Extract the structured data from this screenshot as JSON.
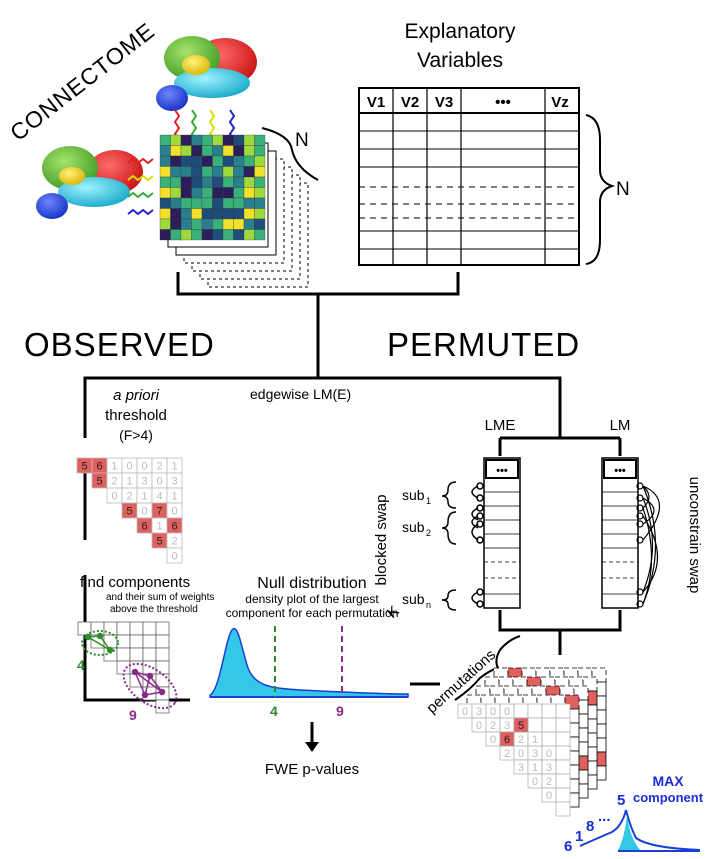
{
  "connectome_label": "CONNECTOME",
  "n_label": "N",
  "explanatory_title_line1": "Explanatory",
  "explanatory_title_line2": "Variables",
  "columns": [
    "V1",
    "V2",
    "V3",
    "•••",
    "Vz"
  ],
  "observed_label": "OBSERVED",
  "permuted_label": "PERMUTED",
  "edgewise_label": "edgewise LM(E)",
  "threshold_line1": "a priori",
  "threshold_line2": "threshold",
  "threshold_line3": "(F>4)",
  "tri_rows": [
    [
      "5",
      "6",
      "1",
      "0",
      "0",
      "2",
      "1"
    ],
    [
      "5",
      "2",
      "1",
      "3",
      "0",
      "3"
    ],
    [
      "0",
      "2",
      "1",
      "4",
      "1"
    ],
    [
      "5",
      "0",
      "7",
      "0"
    ],
    [
      "6",
      "1",
      "6"
    ],
    [
      "5",
      "2"
    ],
    [
      "0"
    ]
  ],
  "tri_red": [
    [
      1,
      1,
      0,
      0,
      0,
      0,
      0
    ],
    [
      1,
      0,
      0,
      0,
      0,
      0
    ],
    [
      0,
      0,
      0,
      0,
      0
    ],
    [
      1,
      0,
      1,
      0
    ],
    [
      1,
      0,
      1
    ],
    [
      1,
      0
    ],
    [
      0
    ]
  ],
  "find_components_title": "find components",
  "find_components_sub1": "and their sum of weights",
  "find_components_sub2": "above the threshold",
  "comp1_value": "4",
  "comp2_value": "9",
  "lme_label": "LME",
  "lm_label": "LM",
  "header_dots": "•••",
  "sub1": "sub",
  "sub1_index": "1",
  "sub2": "sub",
  "sub2_index": "2",
  "subn": "sub",
  "subn_index": "n",
  "blocked_swap": "blocked swap",
  "unconstrain_swap": "unconstrain swap",
  "null_title": "Null distribution",
  "null_sub1": "density plot of the largest",
  "null_sub2": "component for each permutation",
  "null_tick1": "4",
  "null_tick2": "9",
  "fwe_label": "FWE p-values",
  "k_label": "K",
  "permutations_label": "permutations",
  "perm_tri_rows": [
    [
      "0",
      "3",
      "0",
      "0"
    ],
    [
      "0",
      "2",
      "3",
      "5"
    ],
    [
      "0",
      "6",
      "2",
      "1"
    ],
    [
      "2",
      "0",
      "3",
      "0"
    ],
    [
      "3",
      "1",
      "3"
    ],
    [
      "0",
      "2"
    ],
    [
      "0"
    ]
  ],
  "perm_numbers": [
    "6",
    "1",
    "8",
    "5"
  ],
  "perm_dots": "...",
  "max_line1": "MAX",
  "max_line2": "component",
  "colors": {
    "green_comp": "#2e8b2e",
    "purple_comp": "#8b2a8b",
    "red_cell": "#e06060",
    "max_blue": "#1a2ed6",
    "density_fill": "#33c8e8",
    "density_line": "#1a3fd6"
  },
  "icons": [
    "brain-icon"
  ]
}
